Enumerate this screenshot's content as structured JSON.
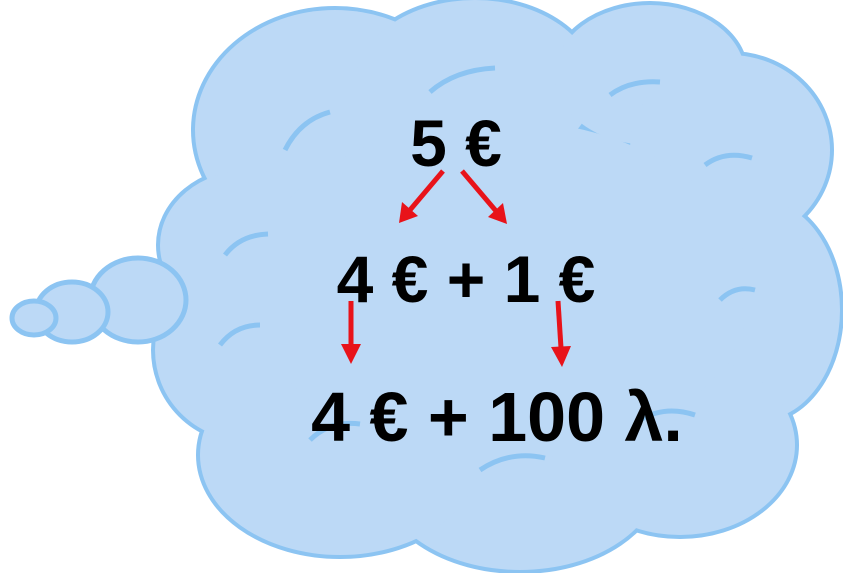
{
  "diagram": {
    "line1": "5 €",
    "line2": "4 € + 1 €",
    "line3": "4 € + 100 λ."
  },
  "colors": {
    "cloud_fill": "#bcd9f6",
    "cloud_stroke": "#8cc4f2",
    "arrow": "#e8131a",
    "text": "#000000"
  }
}
